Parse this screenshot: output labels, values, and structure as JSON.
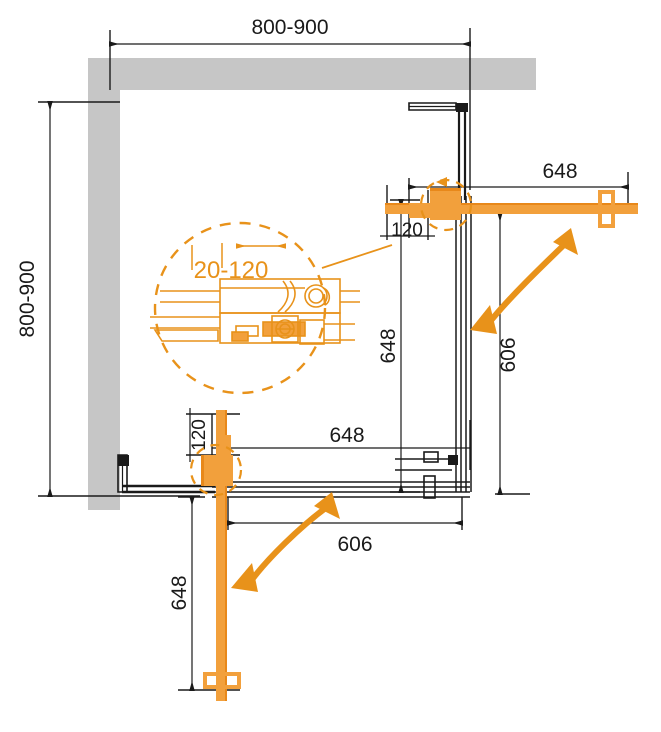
{
  "drawing": {
    "title": "shower-enclosure-plan-view",
    "colors": {
      "wall": "#c6c6c6",
      "profile_black": "#1a1a1a",
      "door_orange": "#F2A03C",
      "door_orange_dark": "#E8881A",
      "detail_orange": "#E8921A",
      "dimension_black": "#1a1a1a",
      "background": "#ffffff"
    },
    "dimensions": {
      "top_width": "800-900",
      "left_height": "800-900",
      "top_right_door": "648",
      "top_right_inner": "606",
      "top_offset": "120",
      "right_vertical_door": "648",
      "bottom_door": "648",
      "bottom_inner": "606",
      "bottom_offset": "120",
      "bottom_left_vertical": "648"
    },
    "detail_callout": {
      "label": "20-120",
      "name": "adjustment-range-detail"
    },
    "icons": {
      "swing_arrow_top": "door-swing-arc-arrow",
      "swing_arrow_bottom": "door-swing-arc-arrow",
      "handle_top": "door-handle-knob",
      "handle_bottom": "door-handle-knob",
      "pivot_top": "pivot-hinge-rotation-indicator",
      "pivot_bottom": "pivot-hinge-rotation-indicator"
    }
  }
}
